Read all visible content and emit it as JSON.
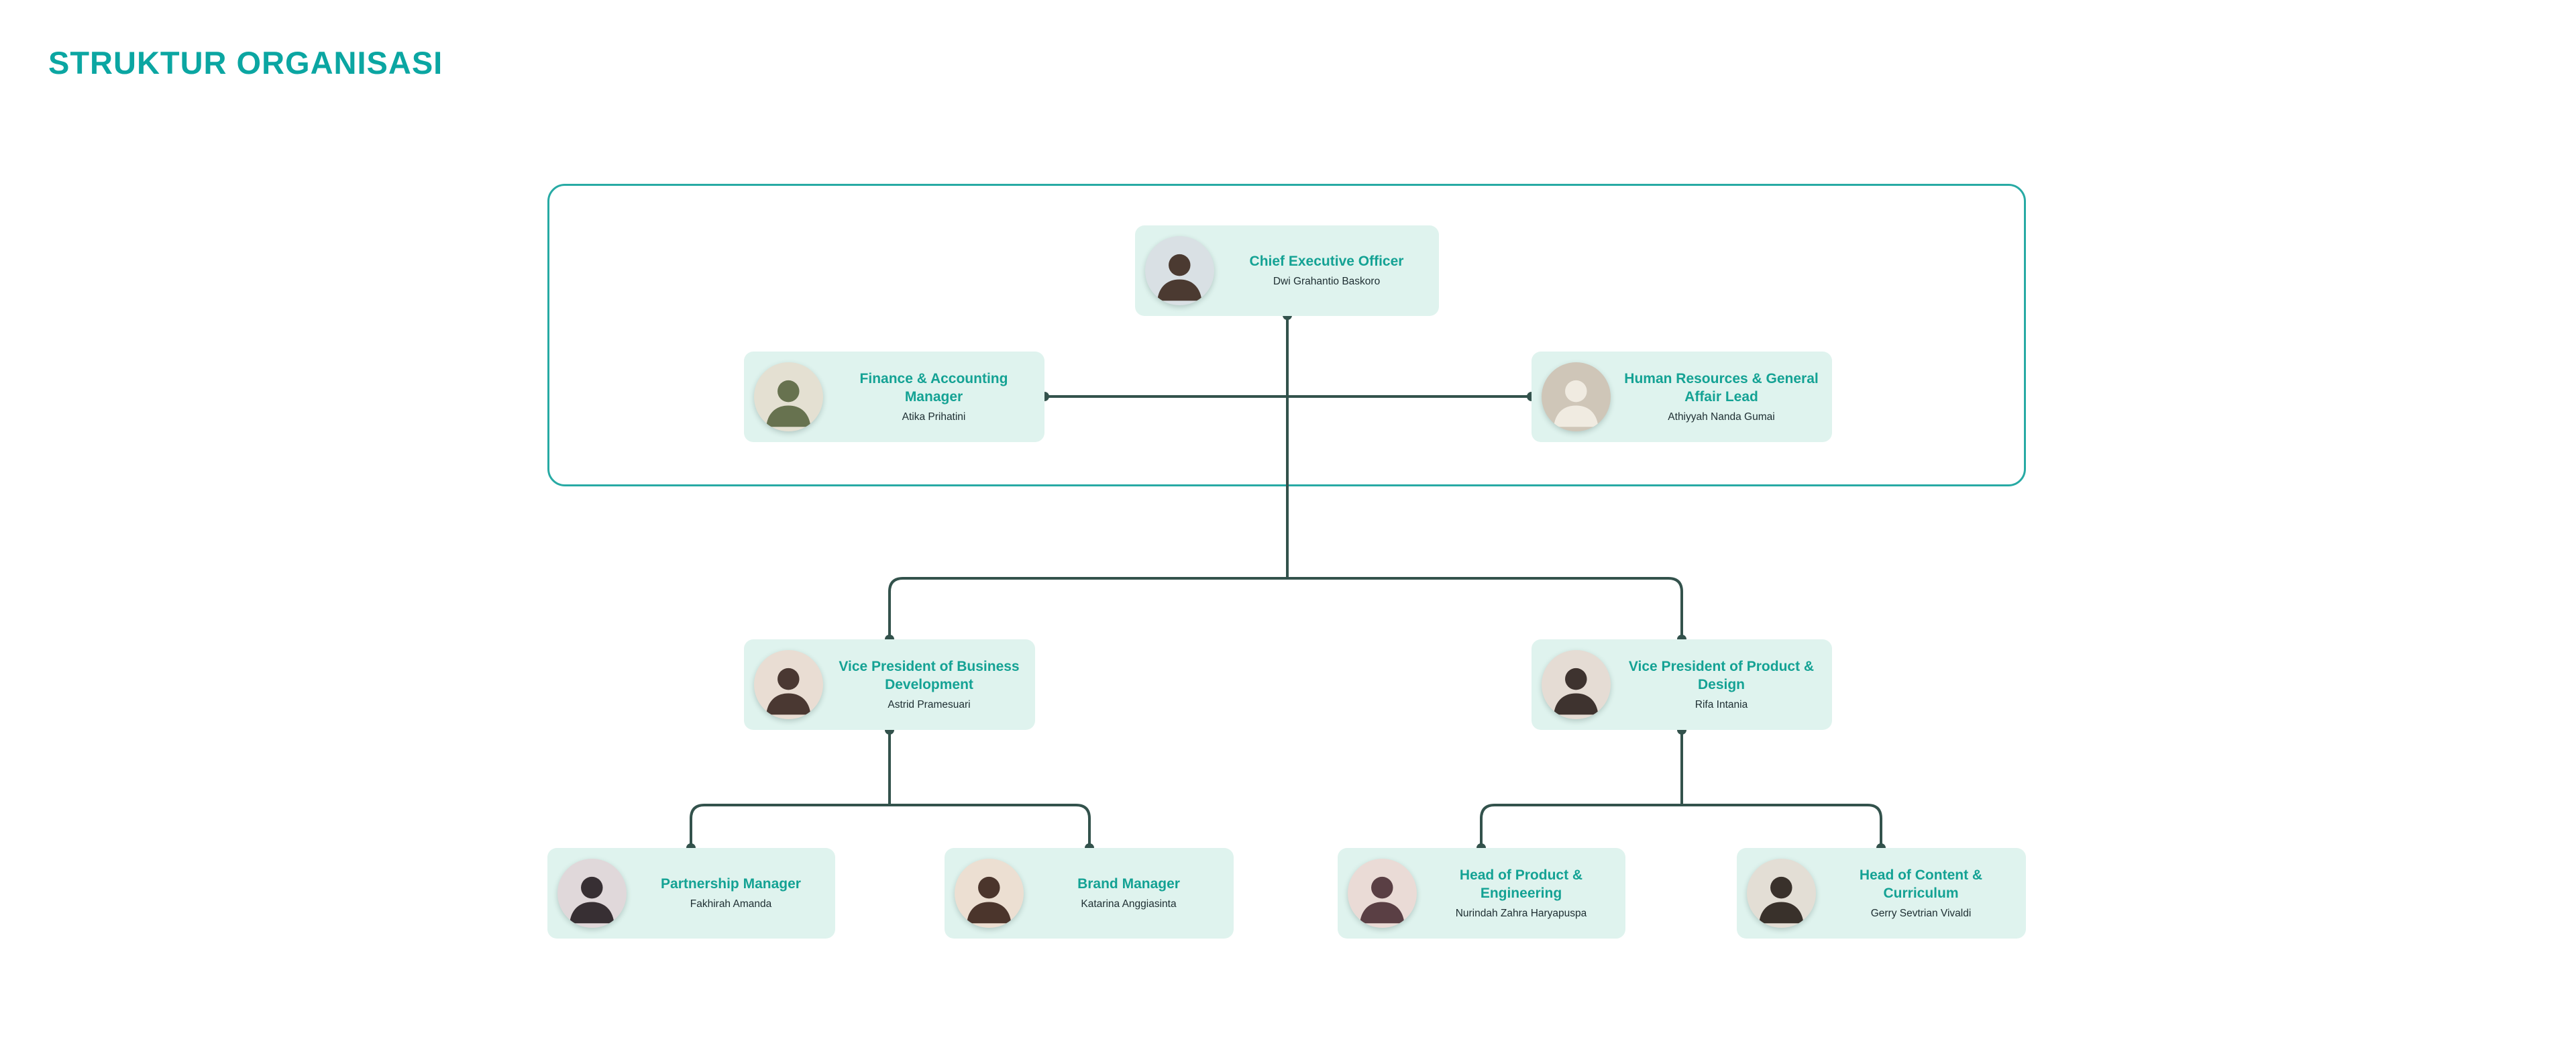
{
  "page": {
    "title": "STRUKTUR ORGANISASI"
  },
  "colors": {
    "title": "#0ba6a2",
    "role": "#14a294",
    "card_bg": "#dff3ee",
    "name_text": "#1d2d31",
    "line": "#33524c",
    "box_border": "#27aaa4",
    "background": "#ffffff"
  },
  "org": {
    "nodes": [
      {
        "id": "ceo",
        "role": "Chief Executive Officer",
        "name": "Dwi Grahantio Baskoro",
        "reports_to": null
      },
      {
        "id": "finance-accounting-manager",
        "role": "Finance & Accounting Manager",
        "name": "Atika Prihatini",
        "reports_to": "ceo"
      },
      {
        "id": "hr-general-affair-lead",
        "role": "Human Resources & General Affair Lead",
        "name": "Athiyyah Nanda Gumai",
        "reports_to": "ceo"
      },
      {
        "id": "vp-business-development",
        "role": "Vice President of Business Development",
        "name": "Astrid Pramesuari",
        "reports_to": "ceo"
      },
      {
        "id": "vp-product-design",
        "role": "Vice President of Product & Design",
        "name": "Rifa Intania",
        "reports_to": "ceo"
      },
      {
        "id": "partnership-manager",
        "role": "Partnership Manager",
        "name": "Fakhirah Amanda",
        "reports_to": "vp-business-development"
      },
      {
        "id": "brand-manager",
        "role": "Brand Manager",
        "name": "Katarina Anggiasinta",
        "reports_to": "vp-business-development"
      },
      {
        "id": "head-product-engineering",
        "role": "Head of Product & Engineering",
        "name": "Nurindah Zahra Haryapuspa",
        "reports_to": "vp-product-design"
      },
      {
        "id": "head-content-curriculum",
        "role": "Head of Content & Curriculum",
        "name": "Gerry Sevtrian Vivaldi",
        "reports_to": "vp-product-design"
      }
    ]
  }
}
